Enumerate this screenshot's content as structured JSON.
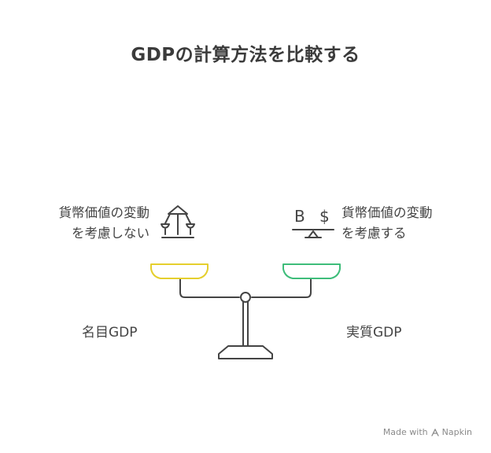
{
  "title": "GDPの計算方法を比較する",
  "left": {
    "description_line1": "貨幣価値の変動",
    "description_line2": "を考慮しない",
    "label": "名目GDP",
    "pan_color": "#E5CF2E",
    "icon": "carousel-icon"
  },
  "right": {
    "description_line1": "貨幣価値の変動",
    "description_line2": "を考慮する",
    "label": "実質GDP",
    "pan_color": "#3EBD7A",
    "icon": "currency-balance-icon",
    "currency_symbol_left": "B",
    "currency_symbol_right": "$"
  },
  "scale": {
    "stroke_color": "#444444",
    "icon": "balance-scale-icon"
  },
  "watermark": {
    "prefix": "Made with",
    "brand": "Napkin",
    "icon": "napkin-logo-icon"
  }
}
